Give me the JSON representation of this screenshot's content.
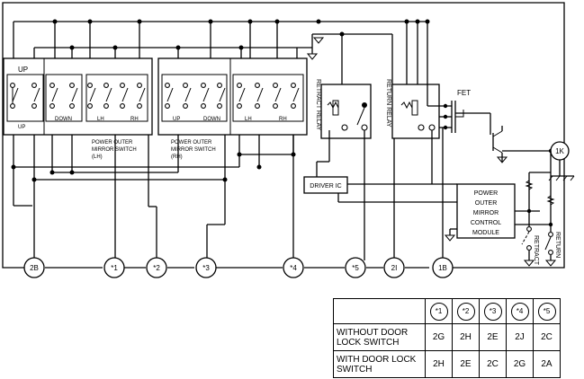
{
  "labels": {
    "up_switch_header": "UP",
    "lh_up": "UP",
    "lh_down": "DOWN",
    "lh_lh": "LH",
    "lh_rh": "RH",
    "rh_up": "UP",
    "rh_down": "DOWN",
    "rh_lh": "LH",
    "rh_rh": "RH",
    "switch_lh_caption": [
      "POWER OUTER",
      "MIRROR SWITCH",
      "(LH)"
    ],
    "switch_rh_caption": [
      "POWER OUTER",
      "MIRROR SWITCH",
      "(RH)"
    ],
    "retract_relay": "RETRACT RELAY",
    "return_relay": "RETURN RELAY",
    "fet": "FET",
    "driver_ic": "DRIVER IC",
    "control_module": [
      "POWER",
      "OUTER",
      "MIRROR",
      "CONTROL",
      "MODULE"
    ],
    "retract": "RETRACT",
    "return": "RETURN"
  },
  "terminals": [
    "2B",
    "*1",
    "*2",
    "*3",
    "*4",
    "*5",
    "2I",
    "1B",
    "1K"
  ],
  "table": {
    "headers": [
      "*1",
      "*2",
      "*3",
      "*4",
      "*5"
    ],
    "rows": [
      {
        "label": [
          "WITHOUT DOOR",
          "LOCK SWITCH"
        ],
        "values": [
          "2G",
          "2H",
          "2E",
          "2J",
          "2C"
        ]
      },
      {
        "label": [
          "WITH DOOR LOCK",
          "SWITCH"
        ],
        "values": [
          "2H",
          "2E",
          "2C",
          "2G",
          "2A"
        ]
      }
    ]
  }
}
